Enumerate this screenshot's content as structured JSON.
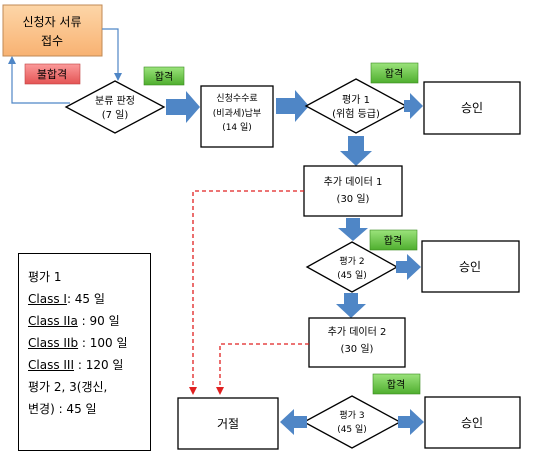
{
  "nodes": {
    "reception": {
      "line1": "신청자 서류",
      "line2": "접수"
    },
    "classification": {
      "line1": "분류 판정",
      "line2": "(7 일)"
    },
    "fee": {
      "line1": "신청수수료",
      "line2": "(비과세)납부",
      "line3": "(14 일)"
    },
    "eval1": {
      "line1": "평가 1",
      "line2": "(위험 등급)"
    },
    "approve1": {
      "label": "승인"
    },
    "data1": {
      "line1": "추가 데이터 1",
      "line2": "(30 일)"
    },
    "eval2": {
      "line1": "평가 2",
      "line2": "(45 일)"
    },
    "approve2": {
      "label": "승인"
    },
    "data2": {
      "line1": "추가 데이터 2",
      "line2": "(30 일)"
    },
    "eval3": {
      "line1": "평가 3",
      "line2": "(45 일)"
    },
    "approve3": {
      "label": "승인"
    },
    "reject": {
      "label": "거절"
    }
  },
  "badges": {
    "pass1": "합격",
    "pass2": "합격",
    "pass3": "합격",
    "pass4": "합격",
    "fail": "불합격"
  },
  "legend": {
    "title": "평가 1",
    "rows": [
      {
        "cls": "Class I",
        "val": ": 45 일"
      },
      {
        "cls": "Class IIa",
        "val": " : 90 일"
      },
      {
        "cls": "Class IIb",
        "val": " : 100 일"
      },
      {
        "cls": "Class III",
        "val": " : 120 일"
      }
    ],
    "line5": "평가 2, 3(갱신,",
    "line6": "변경) : 45 일"
  },
  "colors": {
    "reception_fill": "#fbc38d",
    "pass_badge": "#6fcf4a",
    "fail_badge": "#f07575",
    "flow_arrow": "#4f86c6",
    "reject_line": "#e02020"
  }
}
